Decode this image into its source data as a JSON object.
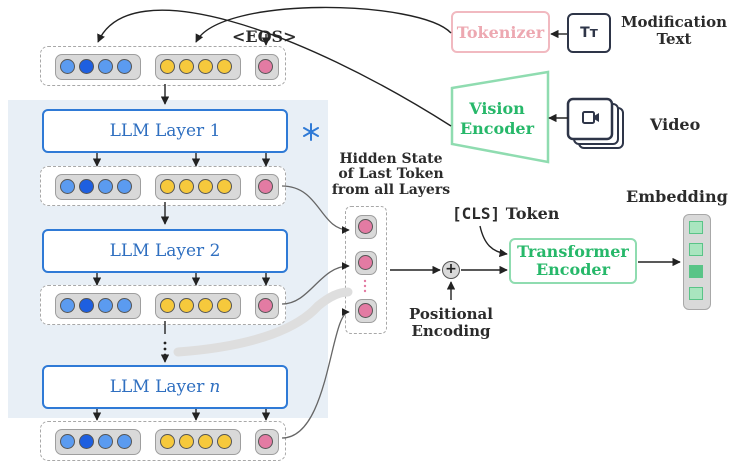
{
  "layers": {
    "layer1": {
      "label": "LLM Layer 1"
    },
    "layer2": {
      "label": "LLM Layer 2"
    },
    "layern": {
      "label": "LLM Layer",
      "index": "n"
    }
  },
  "labels": {
    "eos": "<EOS>",
    "hidden_state": [
      "Hidden State",
      "of Last Token",
      "from all Layers"
    ],
    "cls_token": "[CLS]",
    "cls_suffix": "Token",
    "embedding": "Embedding",
    "positional": [
      "Positional",
      "Encoding"
    ],
    "modification": [
      "Modification",
      "Text"
    ],
    "video": "Video"
  },
  "boxes": {
    "tokenizer": "Tokenizer",
    "vision_encoder": [
      "Vision",
      "Encoder"
    ],
    "transformer_encoder": [
      "Transformer",
      "Encoder"
    ],
    "text_icon": "Tт"
  },
  "icons": {
    "freeze": "snowflake-icon",
    "plus": "plus-icon",
    "text": "text-format-icon",
    "video": "video-icon"
  },
  "colors": {
    "llm_blue": "#2f7ad6",
    "token_blue_light": "#5b9bf0",
    "token_blue_dark": "#1e5fe0",
    "token_yellow": "#f6c93c",
    "token_pink": "#e37ba3",
    "tokenizer_pink": "#eda8b1",
    "encoder_green": "#27b86a"
  }
}
